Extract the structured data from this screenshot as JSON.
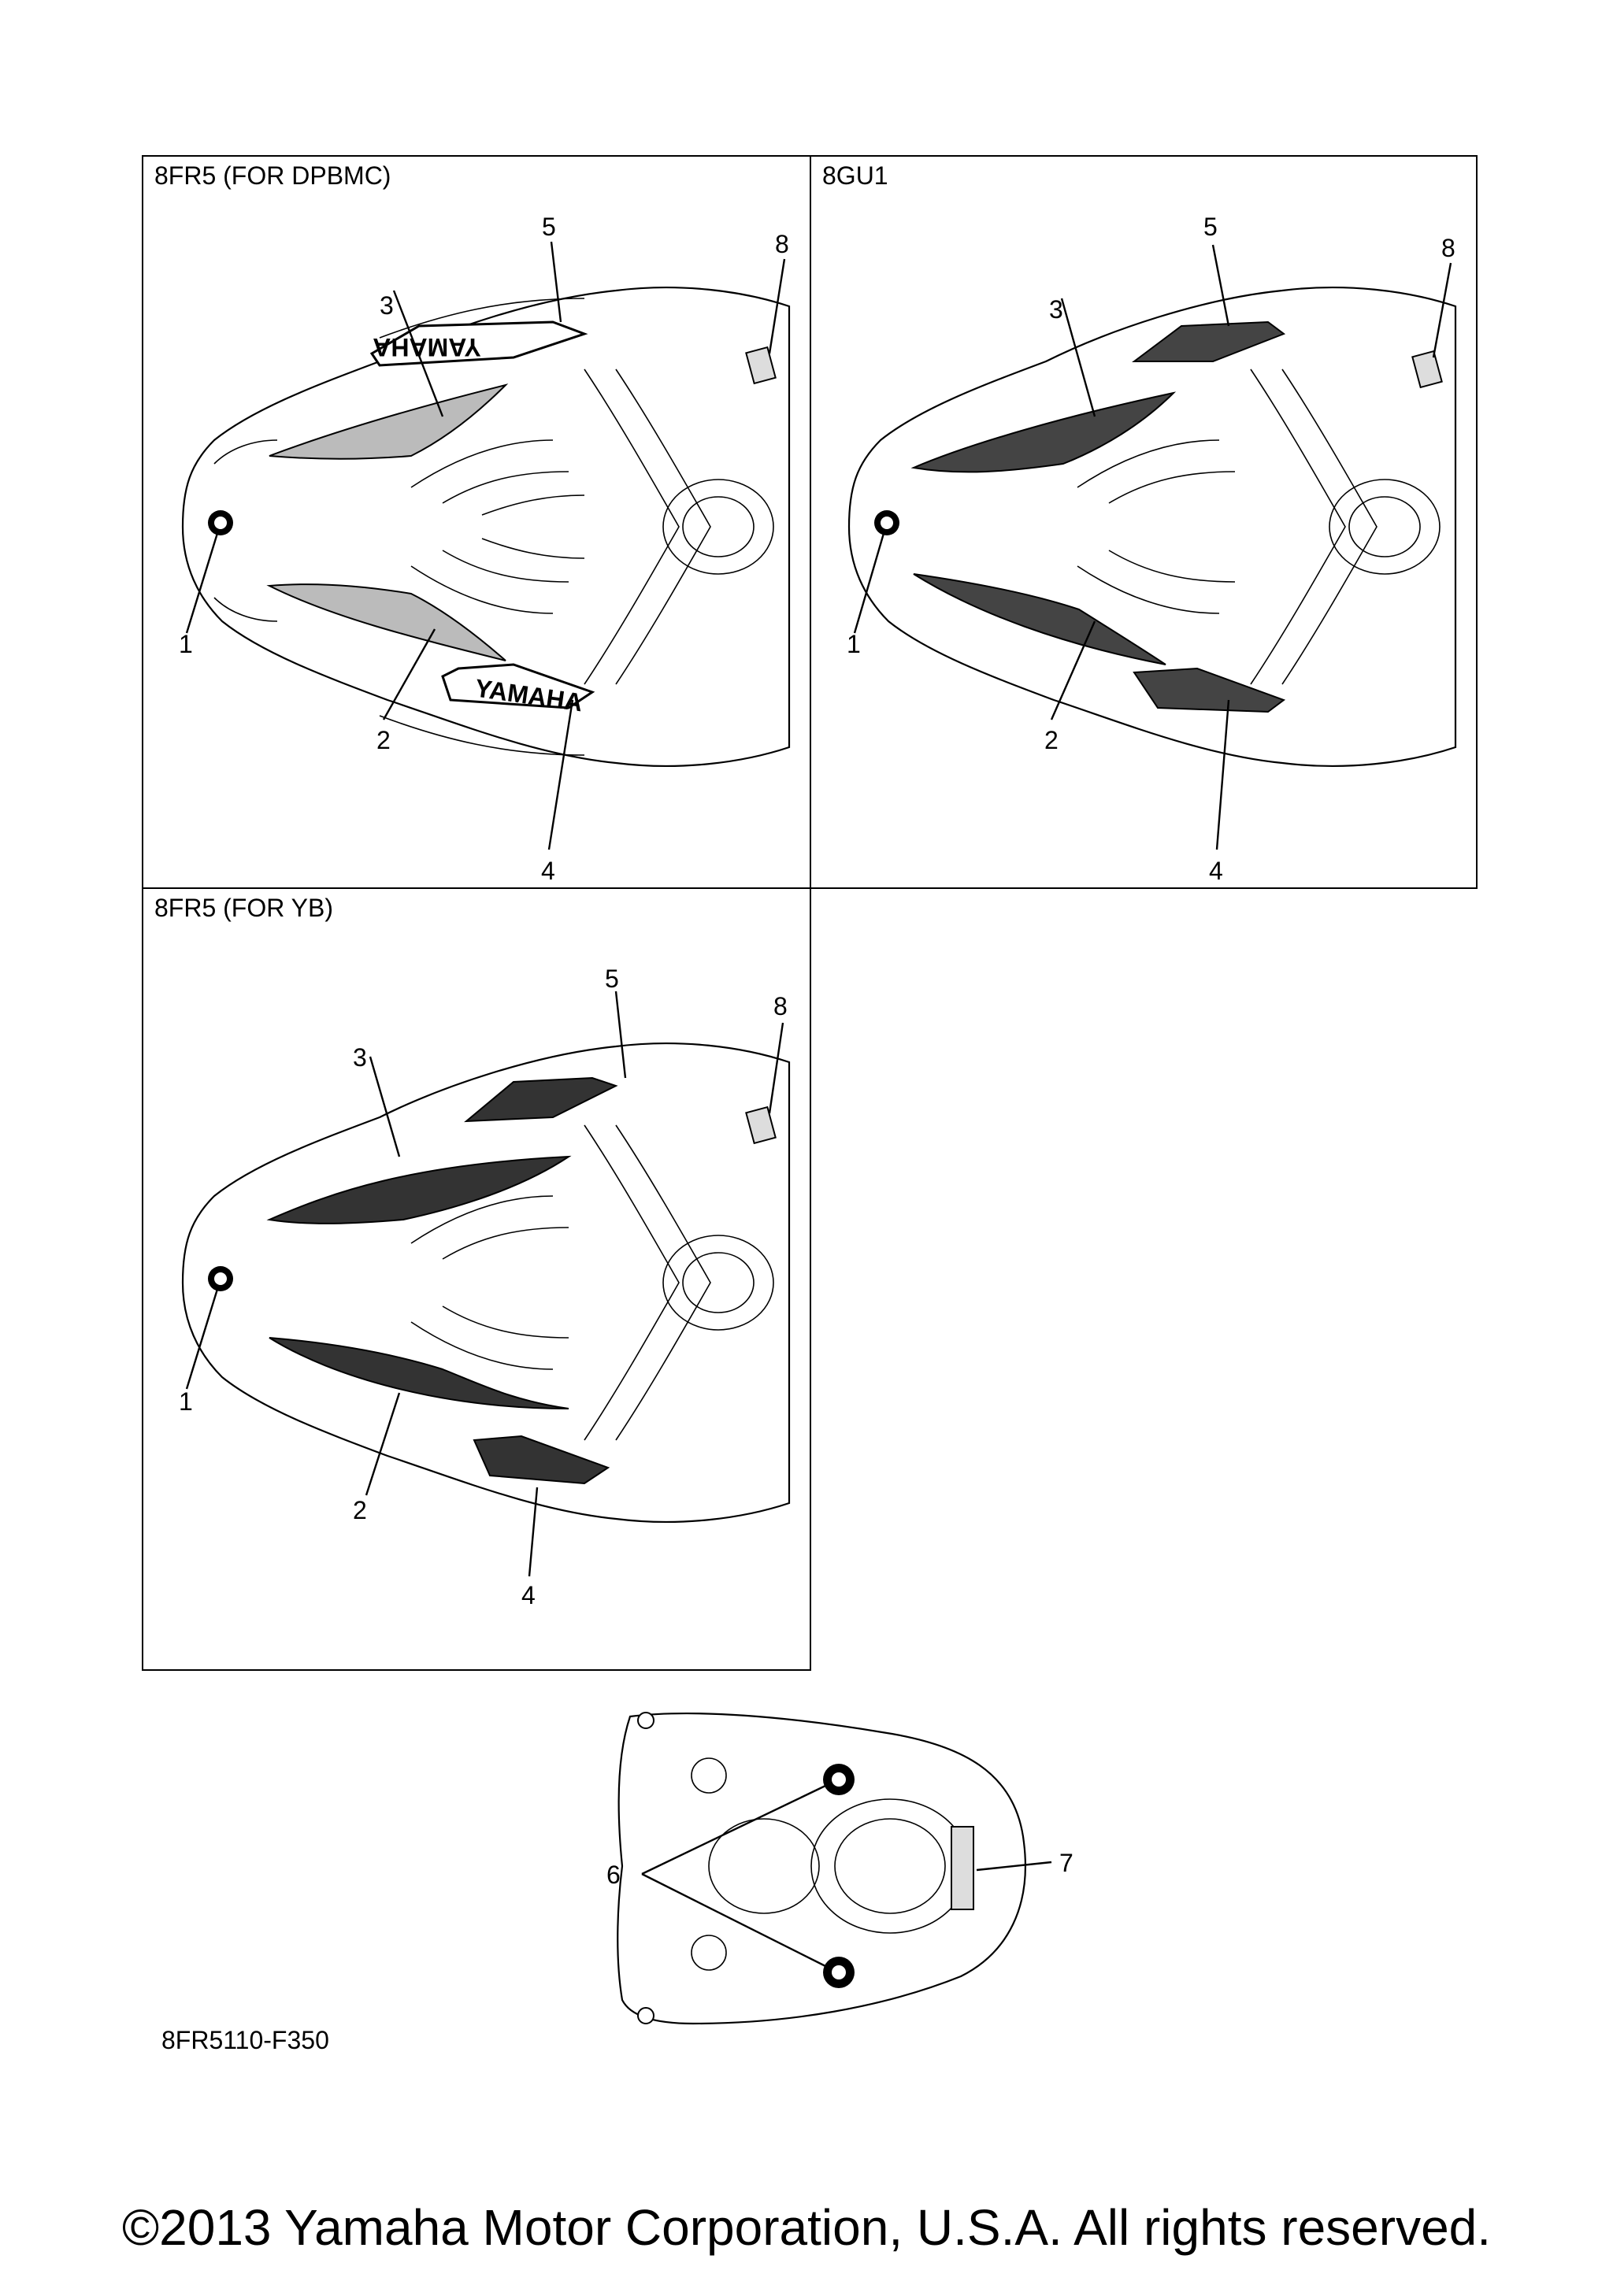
{
  "panels": [
    {
      "label": "8FR5 (FOR DPBMC)",
      "decal_text": "YAMAHA",
      "callouts": {
        "c1": "1",
        "c2": "2",
        "c3": "3",
        "c4": "4",
        "c5": "5",
        "c8": "8"
      }
    },
    {
      "label": "8GU1",
      "callouts": {
        "c1": "1",
        "c2": "2",
        "c3": "3",
        "c4": "4",
        "c5": "5",
        "c8": "8"
      }
    },
    {
      "label": "8FR5 (FOR YB)",
      "callouts": {
        "c1": "1",
        "c2": "2",
        "c3": "3",
        "c4": "4",
        "c5": "5",
        "c8": "8"
      }
    }
  ],
  "bottom_view": {
    "callouts": {
      "c6": "6",
      "c7": "7"
    }
  },
  "diagram_code": "8FR5110-F350",
  "copyright": "©2013 Yamaha Motor Corporation, U.S.A. All rights reserved."
}
